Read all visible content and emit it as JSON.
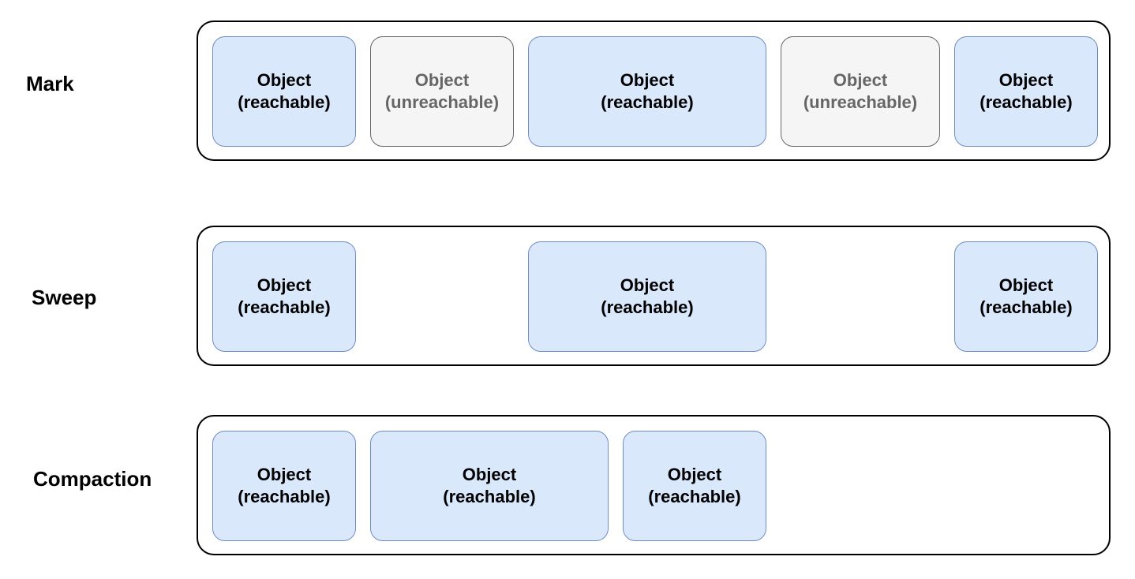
{
  "colors": {
    "reachable_fill": "#dae8fc",
    "reachable_stroke": "#6c8ebf",
    "reachable_text": "#000000",
    "unreachable_fill": "#f5f5f5",
    "unreachable_stroke": "#666666",
    "unreachable_text": "#666666",
    "lane_stroke": "#000000"
  },
  "rows": [
    {
      "label": "Mark",
      "objects": [
        {
          "line1": "Object",
          "line2": "(reachable)",
          "state": "reachable"
        },
        {
          "line1": "Object",
          "line2": "(unreachable)",
          "state": "unreachable"
        },
        {
          "line1": "Object",
          "line2": "(reachable)",
          "state": "reachable"
        },
        {
          "line1": "Object",
          "line2": "(unreachable)",
          "state": "unreachable"
        },
        {
          "line1": "Object",
          "line2": "(reachable)",
          "state": "reachable"
        }
      ]
    },
    {
      "label": "Sweep",
      "objects": [
        {
          "line1": "Object",
          "line2": "(reachable)",
          "state": "reachable"
        },
        {
          "line1": "Object",
          "line2": "(reachable)",
          "state": "reachable"
        },
        {
          "line1": "Object",
          "line2": "(reachable)",
          "state": "reachable"
        }
      ]
    },
    {
      "label": "Compaction",
      "objects": [
        {
          "line1": "Object",
          "line2": "(reachable)",
          "state": "reachable"
        },
        {
          "line1": "Object",
          "line2": "(reachable)",
          "state": "reachable"
        },
        {
          "line1": "Object",
          "line2": "(reachable)",
          "state": "reachable"
        }
      ]
    }
  ]
}
